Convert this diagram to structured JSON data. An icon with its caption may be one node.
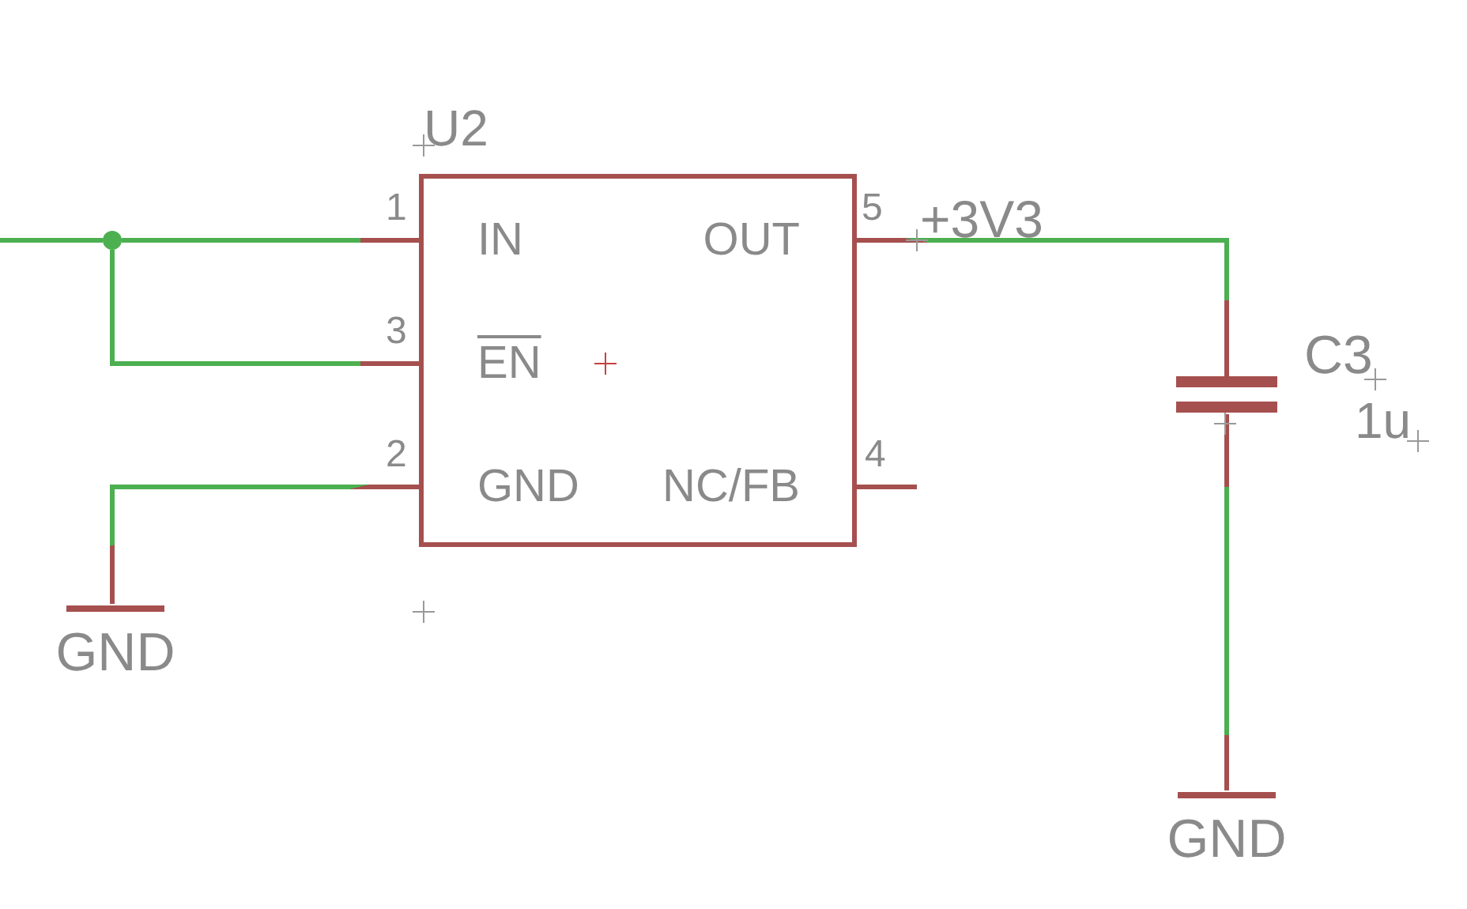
{
  "diagram": {
    "nodes": [
      {
        "text": [
          "U2"
        ]
      },
      {
        "text": [
          "IN"
        ],
        "in": 0
      },
      {
        "text": [
          "EN"
        ],
        "in": 0
      },
      {
        "text": [
          "GND"
        ],
        "in": 0
      },
      {
        "text": [
          "NC/FB"
        ],
        "in": 0
      },
      {
        "text": [
          "OUT"
        ],
        "in": 0
      },
      {
        "text": [],
        "shape": "circle"
      },
      {
        "text": [
          "GND"
        ]
      },
      {
        "text": [],
        "shape": "capacitor",
        "beside": [
          "C3",
          "1u"
        ]
      },
      {
        "text": [
          "GND"
        ]
      }
    ],
    "edges": [
      {
        "from": null,
        "to": 6,
        "arrow": "none"
      },
      {
        "from": 6,
        "to": 1,
        "arrow": "none"
      },
      {
        "from": 6,
        "to": 2,
        "arrow": "none"
      },
      {
        "from": 3,
        "to": 7,
        "arrow": "none"
      },
      {
        "from": 5,
        "to": 8,
        "arrow": "none"
      },
      {
        "from": 8,
        "to": 9,
        "arrow": "none"
      },
      {
        "from": 0,
        "to": null,
        "arrow": "none",
        "color": "#a5504f"
      }
    ],
    "labels": [
      "1",
      "3",
      "2",
      "5",
      "4",
      "+3V3"
    ]
  }
}
